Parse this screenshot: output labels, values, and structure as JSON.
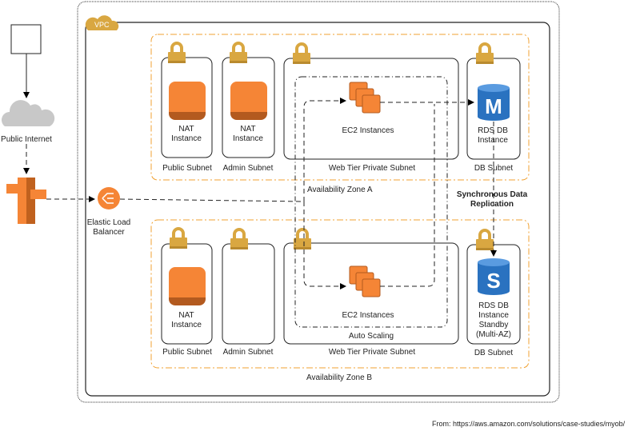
{
  "title": "AWS VPC architecture",
  "vpc": {
    "label": "VPC"
  },
  "external": {
    "user_box": "",
    "internet_label": "Public Internet",
    "elb_label": "Elastic Load Balancer"
  },
  "zone_a": {
    "label": "Availability Zone A",
    "subnets": [
      {
        "label": "Public Subnet",
        "instance": "NAT Instance"
      },
      {
        "label": "Admin Subnet",
        "instance": "NAT Instance"
      },
      {
        "label": "Web Tier Private Subnet",
        "instance": "EC2 Instances"
      },
      {
        "label": "DB Subnet",
        "instance": "RDS DB Instance",
        "db_letter": "M"
      }
    ]
  },
  "zone_b": {
    "label": "Availability Zone B",
    "subnets": [
      {
        "label": "Public Subnet",
        "instance": "NAT Instance"
      },
      {
        "label": "Admin Subnet",
        "instance": ""
      },
      {
        "label": "Web Tier Private Subnet",
        "instance": "EC2 Instances"
      },
      {
        "label": "DB Subnet",
        "instance": "RDS DB Instance Standby (Multi-AZ)",
        "db_letter": "S"
      }
    ]
  },
  "auto_scaling_label": "Auto Scaling",
  "replication_label": "Synchronous Data Replication",
  "source": "From: https://aws.amazon.com/solutions/case-studies/myob/",
  "colors": {
    "orange": "#f58536",
    "gold": "#d9a741",
    "zone": "#f0a030",
    "db_blue": "#2a72c0"
  }
}
